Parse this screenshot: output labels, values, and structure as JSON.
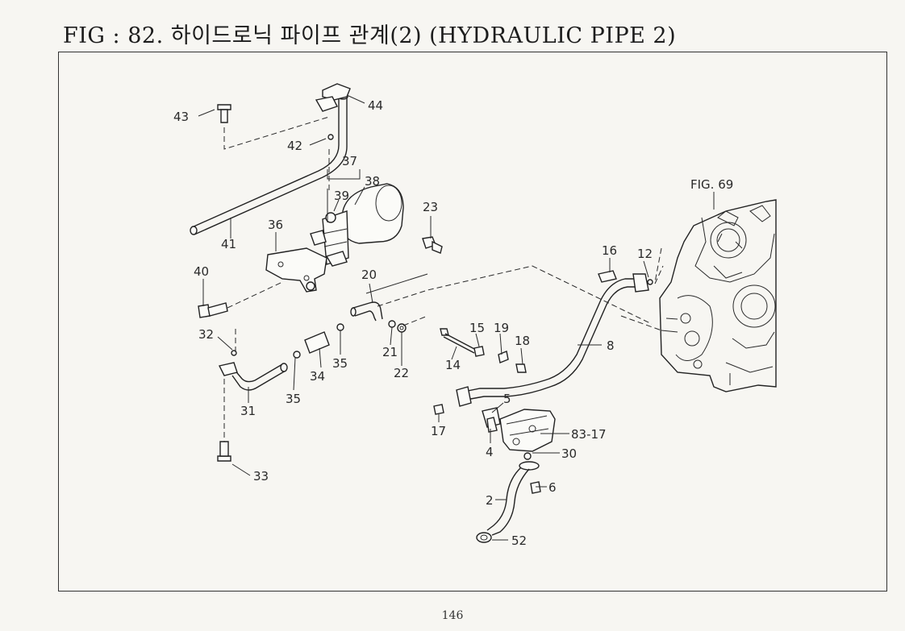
{
  "page": {
    "title": "FIG : 82. 하이드로닉 파이프 관계(2) (HYDRAULIC PIPE 2)",
    "page_number": "146"
  },
  "diagram": {
    "reference": "FIG. 69",
    "callouts": {
      "c43": "43",
      "c44": "44",
      "c42": "42",
      "c37": "37",
      "c38": "38",
      "c39": "39",
      "c41": "41",
      "c36": "36",
      "c23": "23",
      "c40": "40",
      "c20": "20",
      "c16": "16",
      "c12": "12",
      "c32": "32",
      "c15": "15",
      "c19": "19",
      "c18": "18",
      "c8": "8",
      "c21": "21",
      "c22": "22",
      "c14": "14",
      "c34": "34",
      "c35a": "35",
      "c35b": "35",
      "c31": "31",
      "c5": "5",
      "c17": "17",
      "c4": "4",
      "c83_17": "83-17",
      "c30": "30",
      "c6": "6",
      "c2": "2",
      "c52": "52",
      "c33": "33"
    }
  }
}
